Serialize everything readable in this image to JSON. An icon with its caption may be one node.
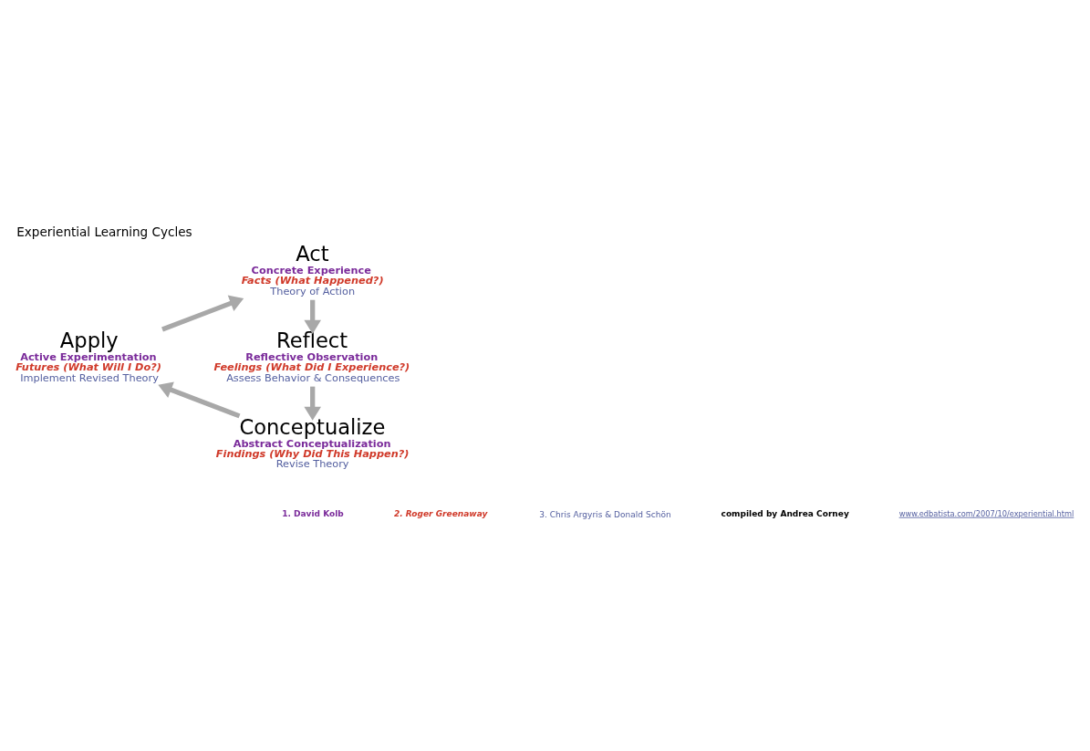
{
  "diagram": {
    "title": "Experiential Learning Cycles",
    "nodes": [
      {
        "text": [
          "Act",
          "Concrete Experience",
          "Facts (What Happened?)",
          "Theory of Action"
        ]
      },
      {
        "text": [
          "Reflect",
          "Reflective Observation",
          "Feelings (What Did I Experience?)",
          "Assess Behavior & Consequences"
        ]
      },
      {
        "text": [
          "Conceptualize",
          "Abstract Conceptualization",
          "Findings (Why Did This Happen?)",
          "Revise Theory"
        ]
      },
      {
        "text": [
          "Apply",
          "Active Experimentation",
          "Futures (What Will I Do?)",
          "Implement Revised Theory"
        ]
      }
    ],
    "edges": [
      {
        "from": 0,
        "to": 1,
        "arrow": "to"
      },
      {
        "from": 1,
        "to": 2,
        "arrow": "to"
      },
      {
        "from": 2,
        "to": 3,
        "arrow": "to"
      },
      {
        "from": 3,
        "to": 0,
        "arrow": "to"
      }
    ],
    "labels": [
      "1. David Kolb",
      "2. Roger Greenaway",
      "3. Chris Argyris & Donald Schön",
      "compiled by Andrea Corney",
      "www.edbatista.com/2007/10/experiential.html"
    ]
  }
}
